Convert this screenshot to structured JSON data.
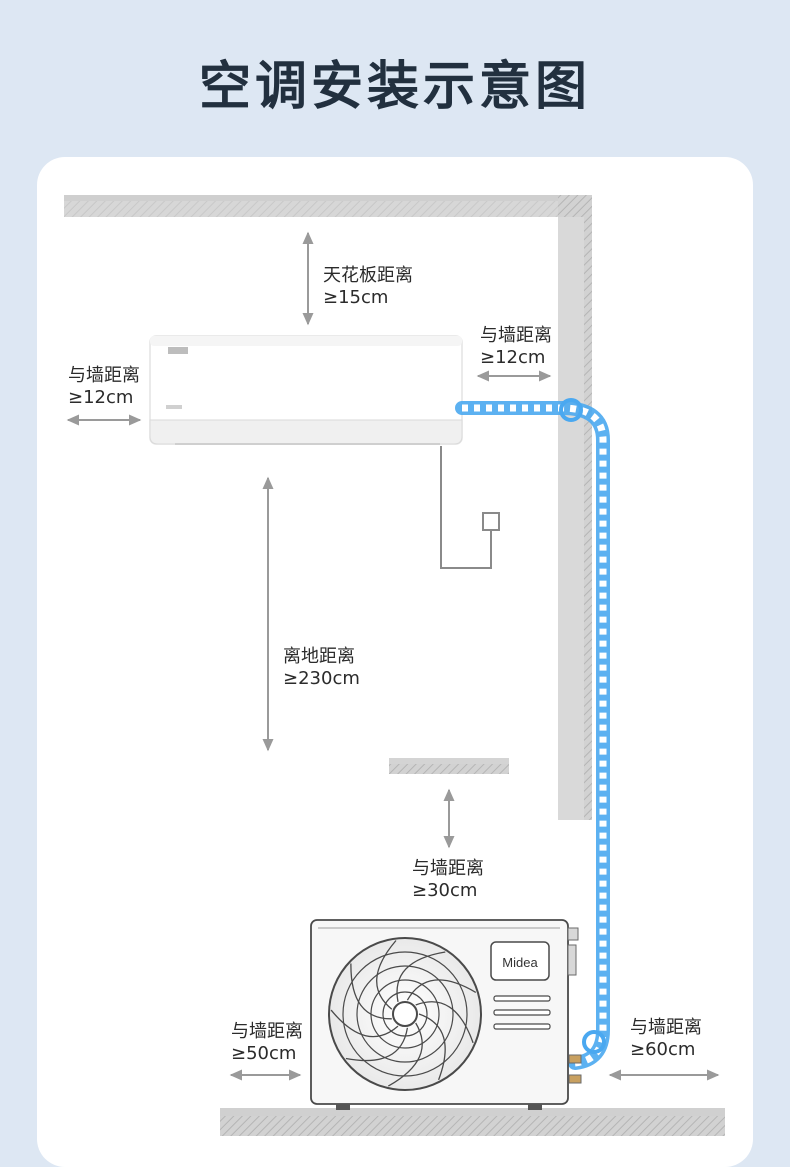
{
  "title": "空调安装示意图",
  "labels": {
    "ceiling": {
      "name": "天花板距离",
      "value": "≥15cm"
    },
    "indoor_right_wall": {
      "name": "与墙距离",
      "value": "≥12cm"
    },
    "indoor_left_wall": {
      "name": "与墙距离",
      "value": "≥12cm"
    },
    "floor": {
      "name": "离地距离",
      "value": "≥230cm"
    },
    "outdoor_top_wall": {
      "name": "与墙距离",
      "value": "≥30cm"
    },
    "outdoor_left_wall": {
      "name": "与墙距离",
      "value": "≥50cm"
    },
    "outdoor_right_wall": {
      "name": "与墙距离",
      "value": "≥60cm"
    }
  },
  "brand": {
    "outdoor_logo": "Midea"
  },
  "colors": {
    "background": "#dde7f3",
    "card": "#ffffff",
    "wall": "#c9c9c9",
    "pipe": "#4aa8f0",
    "arrow": "#9a9a9a"
  }
}
